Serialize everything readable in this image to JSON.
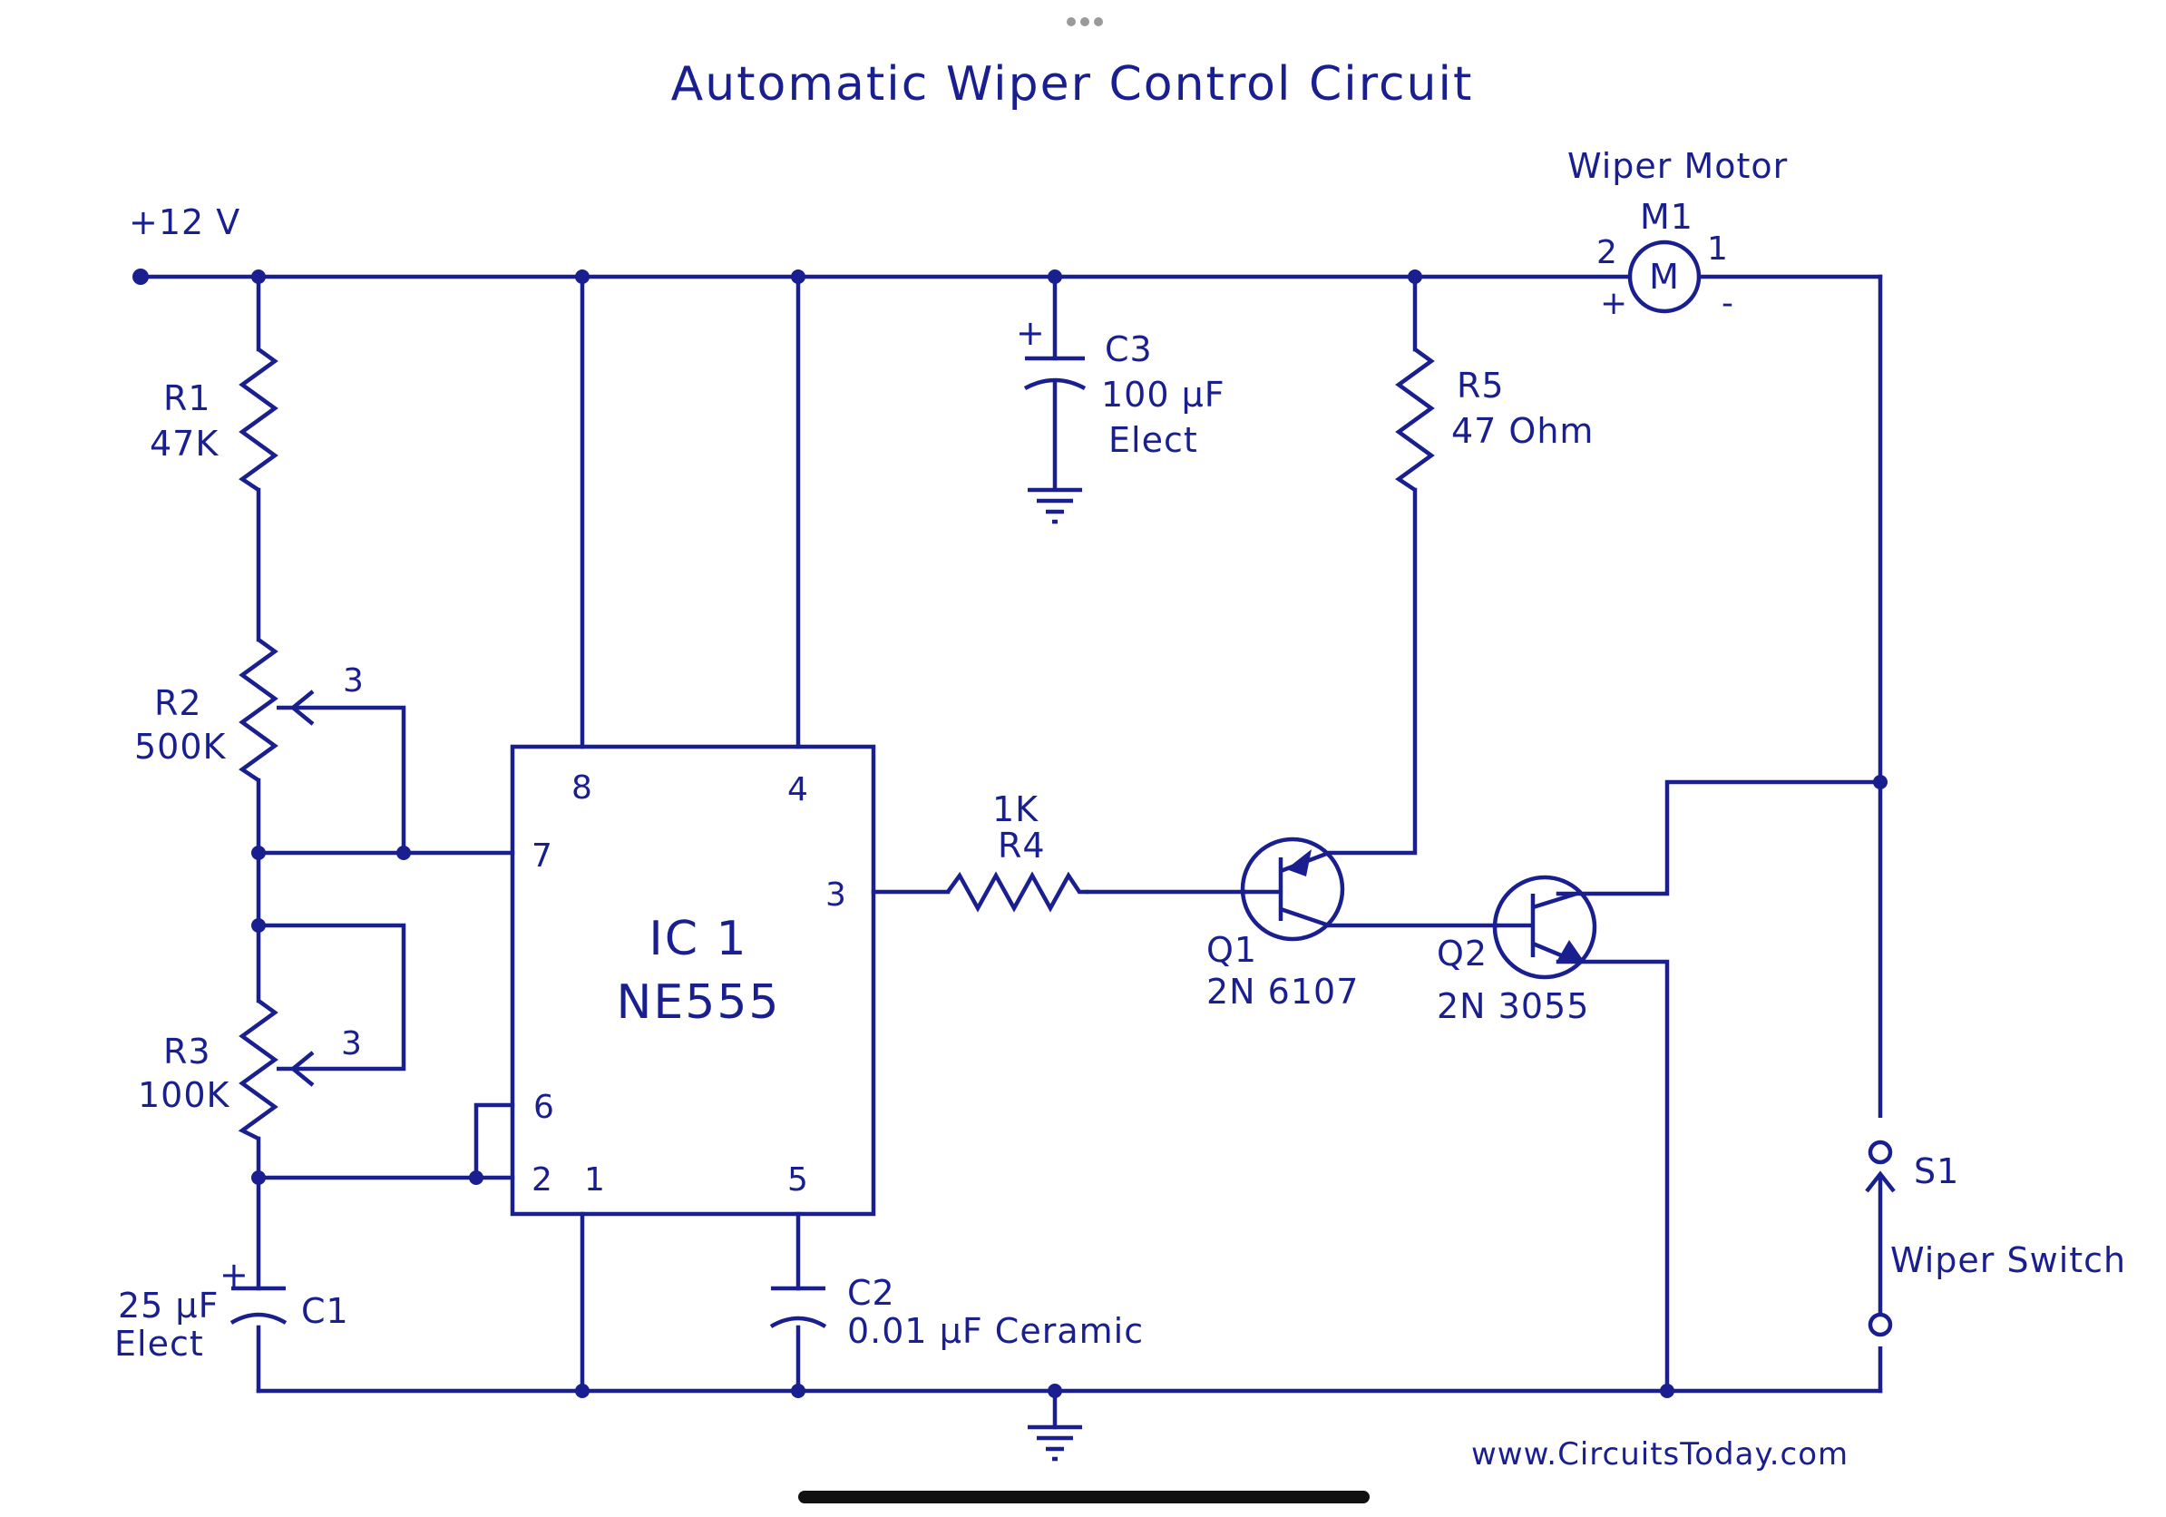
{
  "diagram": {
    "title": "Automatic Wiper Control Circuit",
    "credit": "www.CircuitsToday.com",
    "colors": {
      "ink": "#1a1f8f",
      "background": "#ffffff",
      "handle": "#111111"
    },
    "supply": {
      "label": "+12 V"
    },
    "r1": {
      "name": "R1",
      "value": "47K"
    },
    "r2": {
      "name": "R2",
      "value": "500K",
      "wiper_pin": "3"
    },
    "r3": {
      "name": "R3",
      "value": "100K",
      "wiper_pin": "3"
    },
    "r4": {
      "value": "1K",
      "name": "R4"
    },
    "r5": {
      "name": "R5",
      "value": "47 Ohm"
    },
    "c1": {
      "name": "C1",
      "value": "25 µF",
      "type": "Elect",
      "polarity": "+"
    },
    "c2": {
      "name": "C2",
      "value": "0.01 µF Ceramic"
    },
    "c3": {
      "name": "C3",
      "value": "100 µF",
      "type": "Elect",
      "polarity": "+"
    },
    "ic": {
      "name": "IC 1",
      "part": "NE555",
      "pins": {
        "p8": "8",
        "p4": "4",
        "p7": "7",
        "p3": "3",
        "p6": "6",
        "p2": "2",
        "p1": "1",
        "p5": "5"
      }
    },
    "q1": {
      "name": "Q1",
      "part": "2N 6107"
    },
    "q2": {
      "name": "Q2",
      "part": "2N 3055"
    },
    "motor": {
      "caption": "Wiper Motor",
      "name": "M1",
      "symbol": "M",
      "pin_left": "2",
      "pin_right": "1",
      "plus": "+",
      "minus": "-"
    },
    "switch": {
      "name": "S1",
      "caption": "Wiper Switch"
    }
  }
}
